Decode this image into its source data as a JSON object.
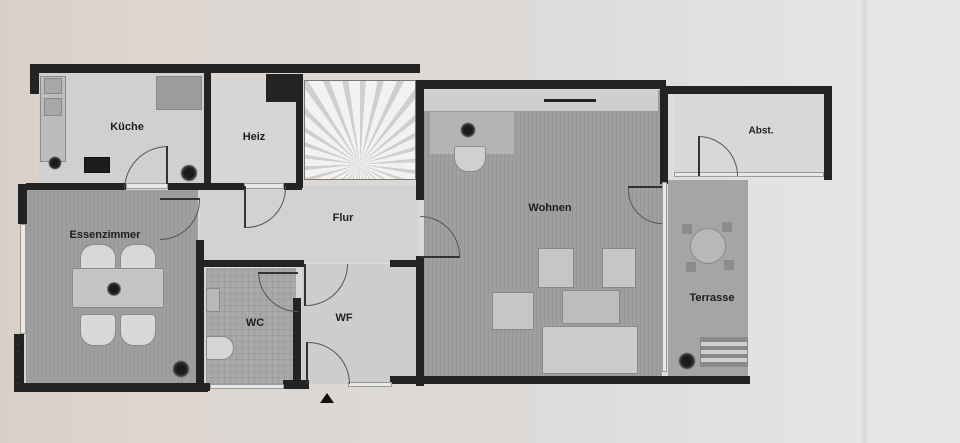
{
  "floor_plan": {
    "rooms": [
      {
        "id": "kueche",
        "label": "Küche"
      },
      {
        "id": "heiz",
        "label": "Heiz"
      },
      {
        "id": "flur",
        "label": "Flur"
      },
      {
        "id": "wohnen",
        "label": "Wohnen"
      },
      {
        "id": "abst",
        "label": "Abst."
      },
      {
        "id": "essenzimmer",
        "label": "Essenzimmer"
      },
      {
        "id": "wc",
        "label": "WC"
      },
      {
        "id": "wf",
        "label": "WF"
      },
      {
        "id": "terrasse",
        "label": "Terrasse"
      }
    ],
    "entrance_marker": "entrance-arrow",
    "colors": {
      "wall": "#232323",
      "floor_wood": "#9f9f9f",
      "floor_tile": "#a9a9a9",
      "floor_light": "#d6d6d6",
      "paper": "#dedcda"
    }
  }
}
